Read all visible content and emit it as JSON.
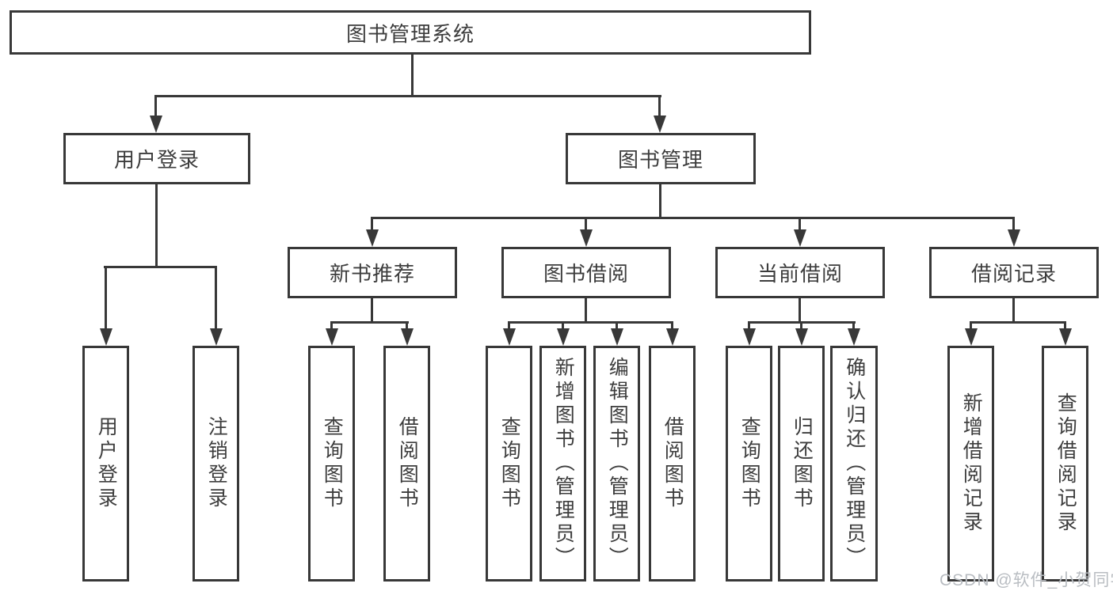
{
  "tree": {
    "root": "图书管理系统",
    "children": [
      {
        "label": "用户登录",
        "children": [
          {
            "label": "用户登录"
          },
          {
            "label": "注销登录"
          }
        ]
      },
      {
        "label": "图书管理",
        "children": [
          {
            "label": "新书推荐",
            "children": [
              {
                "label": "查询图书"
              },
              {
                "label": "借阅图书"
              }
            ]
          },
          {
            "label": "图书借阅",
            "children": [
              {
                "label": "查询图书"
              },
              {
                "label": "新增图书（管理员）"
              },
              {
                "label": "编辑图书（管理员）"
              },
              {
                "label": "借阅图书"
              }
            ]
          },
          {
            "label": "当前借阅",
            "children": [
              {
                "label": "查询图书"
              },
              {
                "label": "归还图书"
              },
              {
                "label": "确认归还（管理员）"
              }
            ]
          },
          {
            "label": "借阅记录",
            "children": [
              {
                "label": "新增借阅记录"
              },
              {
                "label": "查询借阅记录"
              }
            ]
          }
        ]
      }
    ]
  },
  "watermark": "CSDN @软件_小贺同学",
  "colors": {
    "line": "#383838",
    "text": "#3d3d3d",
    "watermark": "#b9bdc2",
    "background": "#ffffff"
  }
}
